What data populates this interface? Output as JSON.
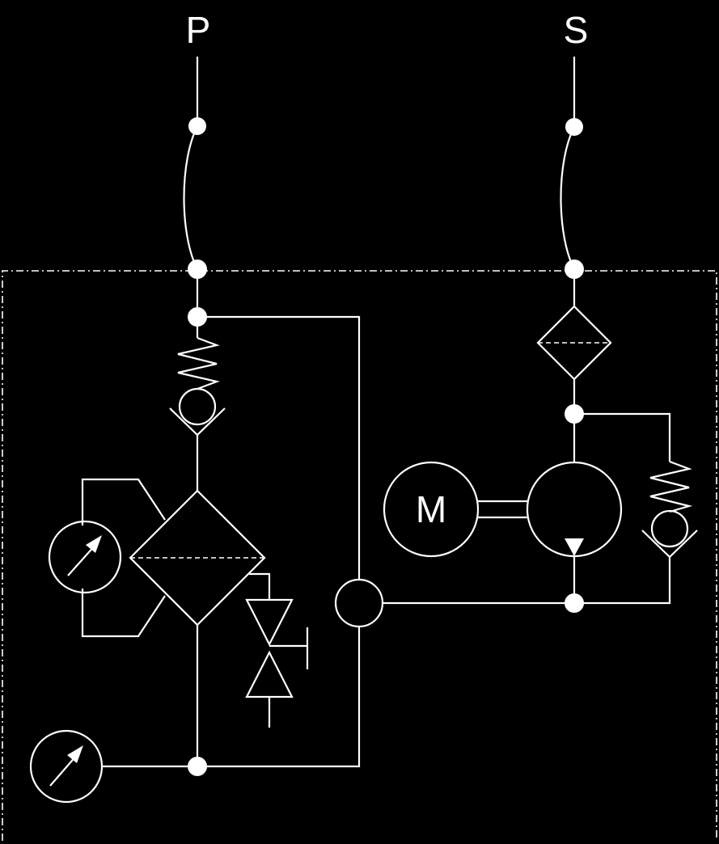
{
  "ports": {
    "pressure_label": "P",
    "suction_label": "S"
  },
  "motor": {
    "label": "M"
  },
  "colors": {
    "background": "#000000",
    "lines": "#ffffff"
  },
  "icons": [
    "check-valve-icon",
    "filter-icon",
    "pressure-gauge-icon",
    "pump-icon",
    "motor-icon",
    "needle-valve-icon"
  ]
}
